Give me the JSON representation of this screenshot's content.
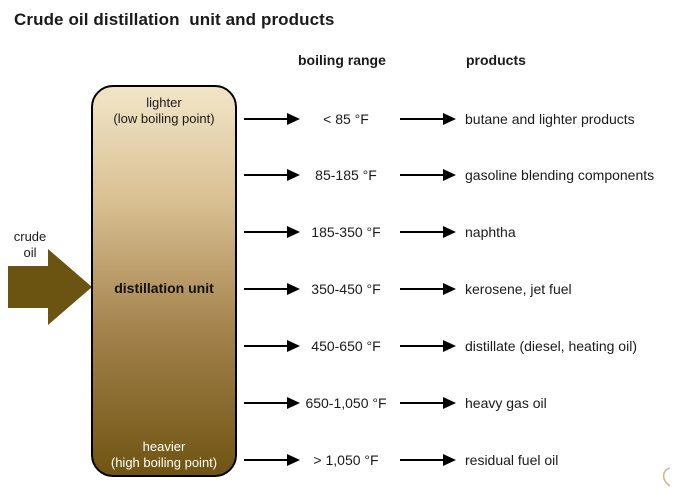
{
  "title": "Crude oil distillation  unit and products",
  "headers": {
    "boiling_range": "boiling range",
    "products": "products"
  },
  "column": {
    "top_label_line1": "lighter",
    "top_label_line2": "(low boiling point)",
    "center_label": "distillation unit",
    "bottom_label_line1": "heavier",
    "bottom_label_line2": "(high boiling point)"
  },
  "feed": {
    "line1": "crude",
    "line2": "oil"
  },
  "rows": [
    {
      "range": "< 85 °F",
      "product": "butane and lighter products"
    },
    {
      "range": "85-185 °F",
      "product": "gasoline blending components"
    },
    {
      "range": "185-350 °F",
      "product": "naphtha"
    },
    {
      "range": "350-450 °F",
      "product": "kerosene, jet fuel"
    },
    {
      "range": "450-650 °F",
      "product": "distillate (diesel, heating oil)"
    },
    {
      "range": "650-1,050 °F",
      "product": "heavy gas oil"
    },
    {
      "range": "> 1,050 °F",
      "product": "residual fuel oil"
    }
  ],
  "colors": {
    "feed_arrow": "#6b5412",
    "column_top": "#f2e5c8",
    "column_bottom": "#6f5413"
  }
}
